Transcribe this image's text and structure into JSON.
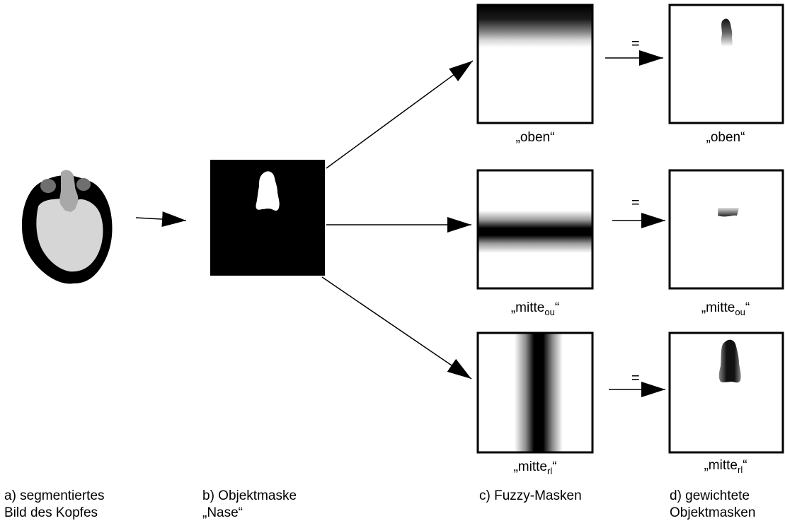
{
  "stage_labels": {
    "a": {
      "line1": "a) segmentiertes",
      "line2": "Bild des Kopfes"
    },
    "b": {
      "line1": "b) Objektmaske",
      "line2": "„Nase“"
    },
    "c": {
      "line1": "c) Fuzzy-Masken"
    },
    "d": {
      "line1": "d) gewichtete",
      "line2": "Objektmasken"
    }
  },
  "fuzzy_masks": [
    {
      "prefix": "„",
      "name": "oben",
      "sub": "",
      "suffix": "“"
    },
    {
      "prefix": "„",
      "name": "mitte",
      "sub": "ou",
      "suffix": "“"
    },
    {
      "prefix": "„",
      "name": "mitte",
      "sub": "rl",
      "suffix": "“"
    }
  ],
  "weighted_masks": [
    {
      "prefix": "„",
      "name": "oben",
      "sub": "",
      "suffix": "“"
    },
    {
      "prefix": "„",
      "name": "mitte",
      "sub": "ou",
      "suffix": "“"
    },
    {
      "prefix": "„",
      "name": "mitte",
      "sub": "rl",
      "suffix": "“"
    }
  ],
  "equals_sign": "=",
  "colors": {
    "skull": "#000000",
    "brain": "#d6d6d6",
    "nose_region": "#a8a8a8",
    "eye": "#6f6f6f",
    "mask_background": "#000000",
    "mask_object": "#ffffff"
  }
}
